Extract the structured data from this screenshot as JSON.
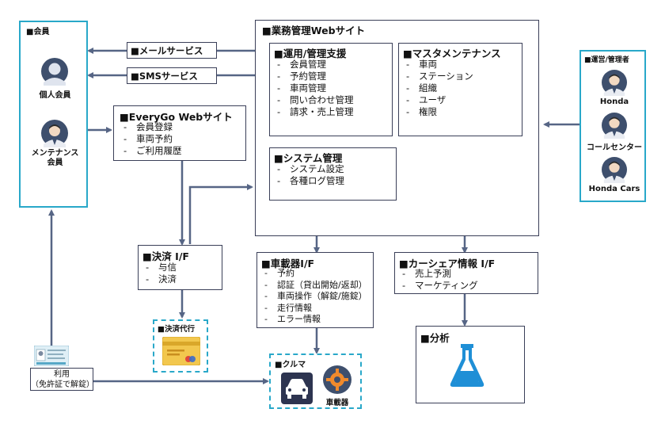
{
  "member": {
    "title": "■会員",
    "individual": "個人会員",
    "maintenance_line1": "メンテナンス",
    "maintenance_line2": "会員"
  },
  "mail_service": "メールサービス",
  "sms_service": "SMSサービス",
  "everygo": {
    "title": "■EveryGo Webサイト",
    "items": [
      "会員登録",
      "車両予約",
      "ご利用履歴"
    ]
  },
  "admin_site": {
    "title": "■業務管理Webサイト",
    "ops": {
      "title": "■運用/管理支援",
      "items": [
        "会員管理",
        "予約管理",
        "車両管理",
        "問い合わせ管理",
        "請求・売上管理"
      ]
    },
    "master": {
      "title": "■マスタメンテナンス",
      "items": [
        "車両",
        "ステーション",
        "組織",
        "ユーザ",
        "権限"
      ]
    },
    "system": {
      "title": "■システム管理",
      "items": [
        "システム設定",
        "各種ログ管理"
      ]
    }
  },
  "operators": {
    "title": "■運営/管理者",
    "people": [
      "Honda",
      "コールセンター",
      "Honda Cars"
    ]
  },
  "payment_if": {
    "title": "■決済 I/F",
    "items": [
      "与信",
      "決済"
    ]
  },
  "payment_agent": {
    "title": "■決済代行"
  },
  "onboard_if": {
    "title": "■車載器I/F",
    "items": [
      "予約",
      "認証（貸出開始/返却）",
      "車両操作（解錠/施錠）",
      "走行情報",
      "エラー情報"
    ]
  },
  "carshare_if": {
    "title": "■カーシェア情報 I/F",
    "items": [
      "売上予測",
      "マーケティング"
    ]
  },
  "analysis": {
    "title": "■分析"
  },
  "car": {
    "title": "■クルマ",
    "device": "車載器"
  },
  "usage": {
    "line1": "利用",
    "line2": "（免許証で解錠）"
  },
  "colors": {
    "arrow": "#566585",
    "border": "#3a3f58",
    "accent": "#29a8c9",
    "flask": "#1f8fd6"
  }
}
